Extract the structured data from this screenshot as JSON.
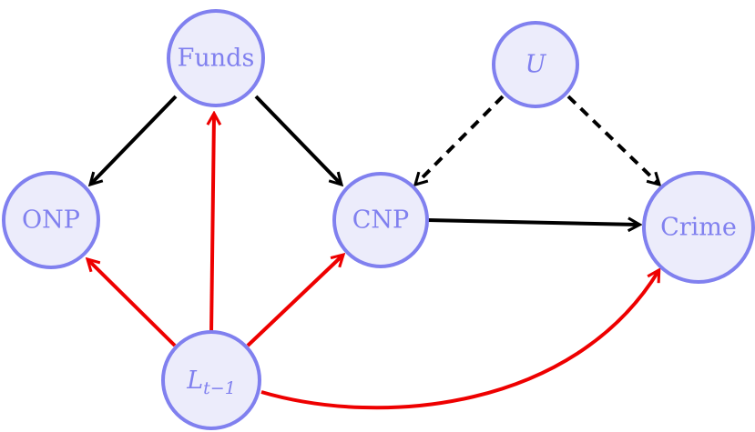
{
  "nodes": {
    "funds": {
      "label": "Funds"
    },
    "u": {
      "label": "U"
    },
    "onp": {
      "label": "ONP"
    },
    "cnp": {
      "label": "CNP"
    },
    "crime": {
      "label": "Crime"
    },
    "lag": {
      "label": "L",
      "subscript": "t−1"
    }
  },
  "edges": [
    {
      "from": "Funds",
      "to": "ONP",
      "color": "black",
      "style": "solid"
    },
    {
      "from": "Funds",
      "to": "CNP",
      "color": "black",
      "style": "solid"
    },
    {
      "from": "U",
      "to": "CNP",
      "color": "black",
      "style": "dashed"
    },
    {
      "from": "U",
      "to": "Crime",
      "color": "black",
      "style": "dashed"
    },
    {
      "from": "CNP",
      "to": "Crime",
      "color": "black",
      "style": "solid"
    },
    {
      "from": "L_{t-1}",
      "to": "ONP",
      "color": "red",
      "style": "solid"
    },
    {
      "from": "L_{t-1}",
      "to": "Funds",
      "color": "red",
      "style": "solid"
    },
    {
      "from": "L_{t-1}",
      "to": "CNP",
      "color": "red",
      "style": "solid"
    },
    {
      "from": "L_{t-1}",
      "to": "Crime",
      "color": "red",
      "style": "curved"
    }
  ],
  "colors": {
    "node_fill": "#ececfb",
    "node_stroke": "#8080ef",
    "label": "#8080ef",
    "edge_black": "#000000",
    "edge_red": "#ee0000"
  }
}
